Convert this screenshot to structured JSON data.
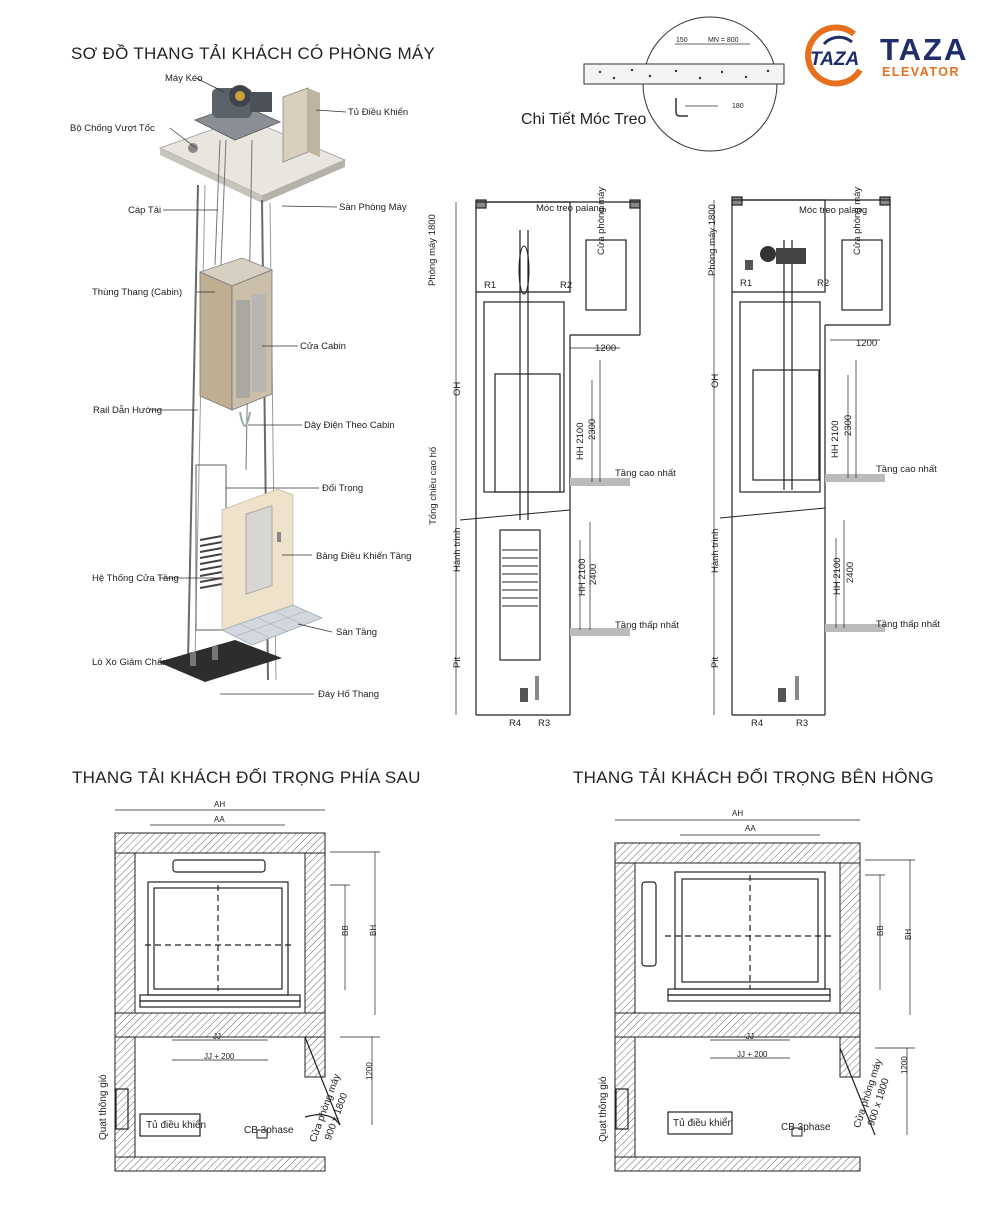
{
  "title_main": "SƠ ĐỒ THANG TẢI KHÁCH CÓ PHÒNG MÁY",
  "brand": {
    "name": "TAZA",
    "sub": "ELEVATOR",
    "badge": "TAZA",
    "color_primary": "#1f2d6b",
    "color_accent": "#e6701e"
  },
  "illustration_labels": {
    "may_keo": "Máy Kéo",
    "tu_dieu_khien": "Tủ Điều Khiển",
    "bo_chong_vuot_toc": "Bộ Chống Vượt Tốc",
    "cap_tai": "Cáp Tải",
    "san_phong_may": "Sàn Phòng Máy",
    "thung_thang": "Thùng Thang (Cabin)",
    "cua_cabin": "Cửa Cabin",
    "rail_dan_huong": "Rail Dẫn Hướng",
    "day_dien": "Dây Điện Theo Cabin",
    "doi_trong": "Đối Trọng",
    "bang_dieu_khien": "Bảng Điều Khiển Tầng",
    "he_thong_cua_tang": "Hệ Thống Cửa Tầng",
    "san_tang": "Sàn Tầng",
    "lo_xo": "Lò Xo Giảm Chấn",
    "day_ho": "Đáy Hố Thang"
  },
  "hook_detail": {
    "caption": "Chi Tiết Móc Treo",
    "dim_mn": "MN = 800",
    "dim_150": "150",
    "dim_180": "180"
  },
  "section_labels": {
    "moc_treo": "Móc treo palang",
    "cua_phong_may": "Cửa phòng máy",
    "tang_cao_nhat": "Tầng cao nhất",
    "tang_thap_nhat": "Tầng thấp nhất",
    "r1": "R1",
    "r2": "R2",
    "r3": "R3",
    "r4": "R4",
    "dim_1200": "1200",
    "phong_may_1800": "Phòng máy 1800",
    "oh": "OH",
    "tong_chieu_cao": "Tổng chiều cao hố",
    "hanh_trinh": "Hành trình",
    "pit": "Pit",
    "hh2100": "HH 2100",
    "dim_2300": "2300",
    "dim_2400": "2400"
  },
  "plan_titles": {
    "left": "THANG TẢI KHÁCH ĐỐI TRỌNG PHÍA SAU",
    "right": "THANG TẢI KHÁCH ĐỐI TRỌNG BÊN HÔNG"
  },
  "plan_labels": {
    "ah": "AH",
    "aa": "AA",
    "bb": "BB",
    "bh": "BH",
    "jj": "JJ",
    "jj200": "JJ + 200",
    "dim_1200": "1200",
    "quat": "Quạt thông gió",
    "tu_dieu_khien": "Tủ điều khiển",
    "cb": "CB 3phase",
    "cua_phong_may": "Cửa phòng máy",
    "cua_size": "900 x 1800"
  }
}
